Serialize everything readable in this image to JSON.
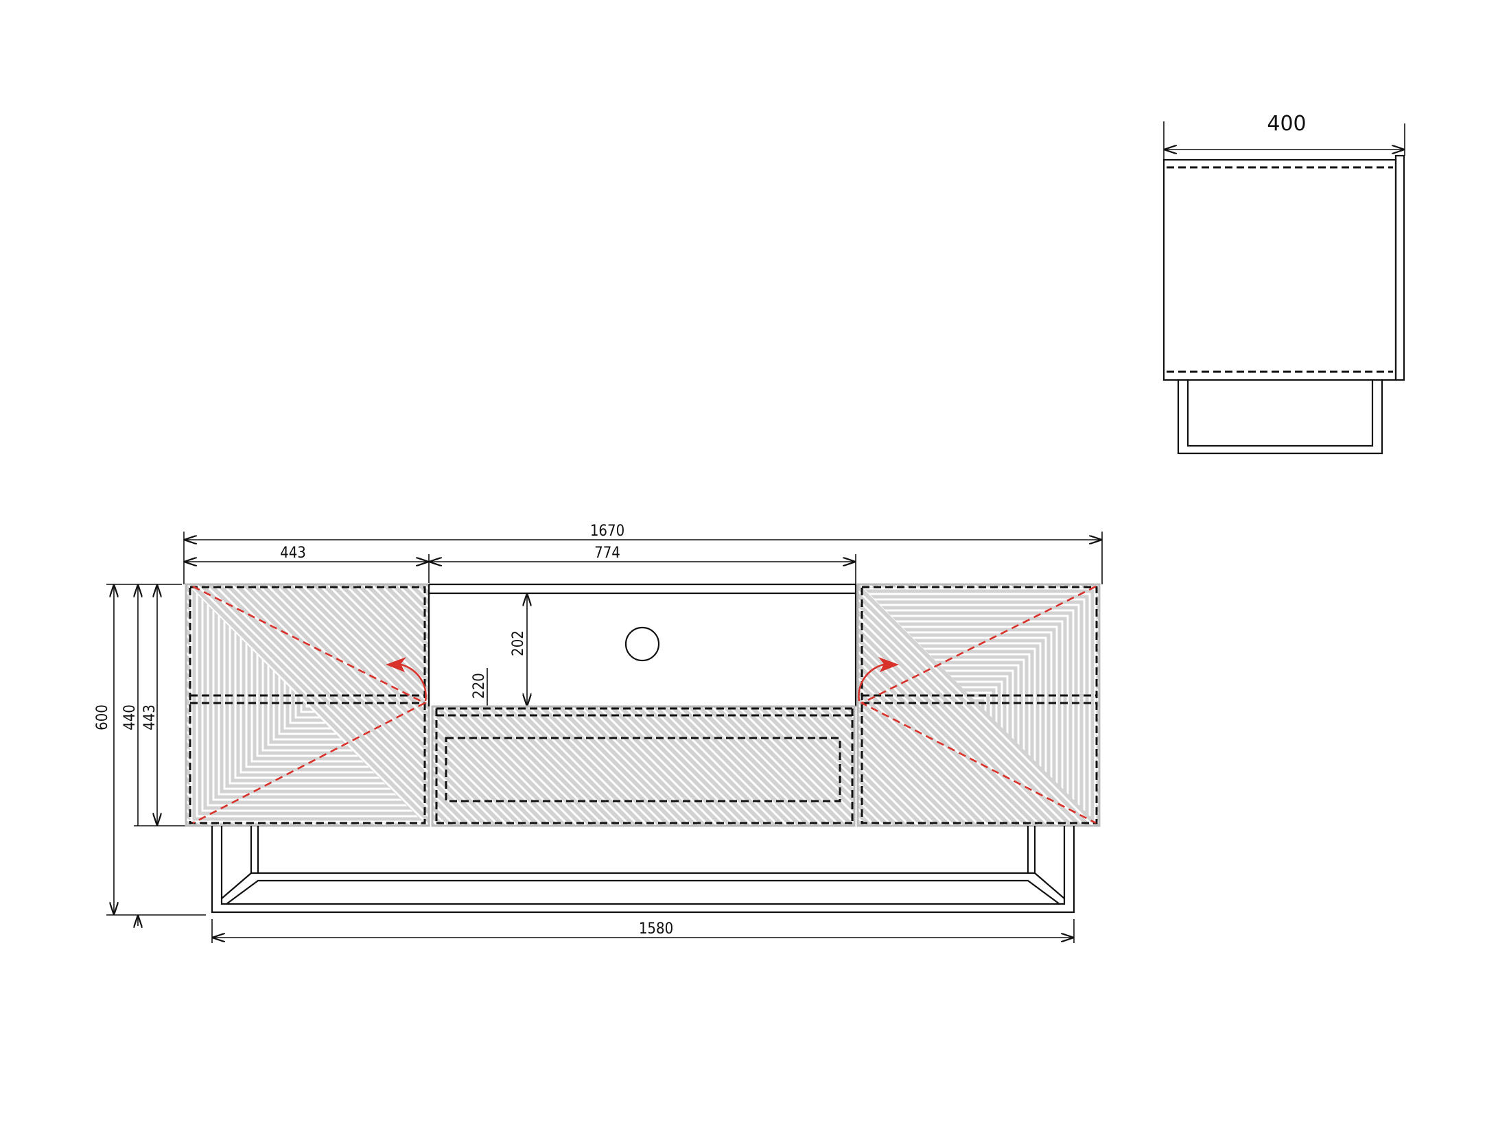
{
  "colors": {
    "line": "#111111",
    "hatch_fill": "#d2d2d2",
    "hatch_line": "#ffffff",
    "opening_arrow": "#d9322b"
  },
  "side_view": {
    "depth_label": "400"
  },
  "front_view": {
    "total_width_label": "1670",
    "left_door_width_label": "443",
    "center_section_width_label": "774",
    "niche_height_label": "202",
    "drawer_height_label": "220",
    "total_height_label": "600",
    "body_height_label_a": "440",
    "body_height_label_b": "443",
    "base_width_label": "1580"
  },
  "icons": [
    "cable-hole-icon",
    "door-opening-arrow-icon"
  ]
}
